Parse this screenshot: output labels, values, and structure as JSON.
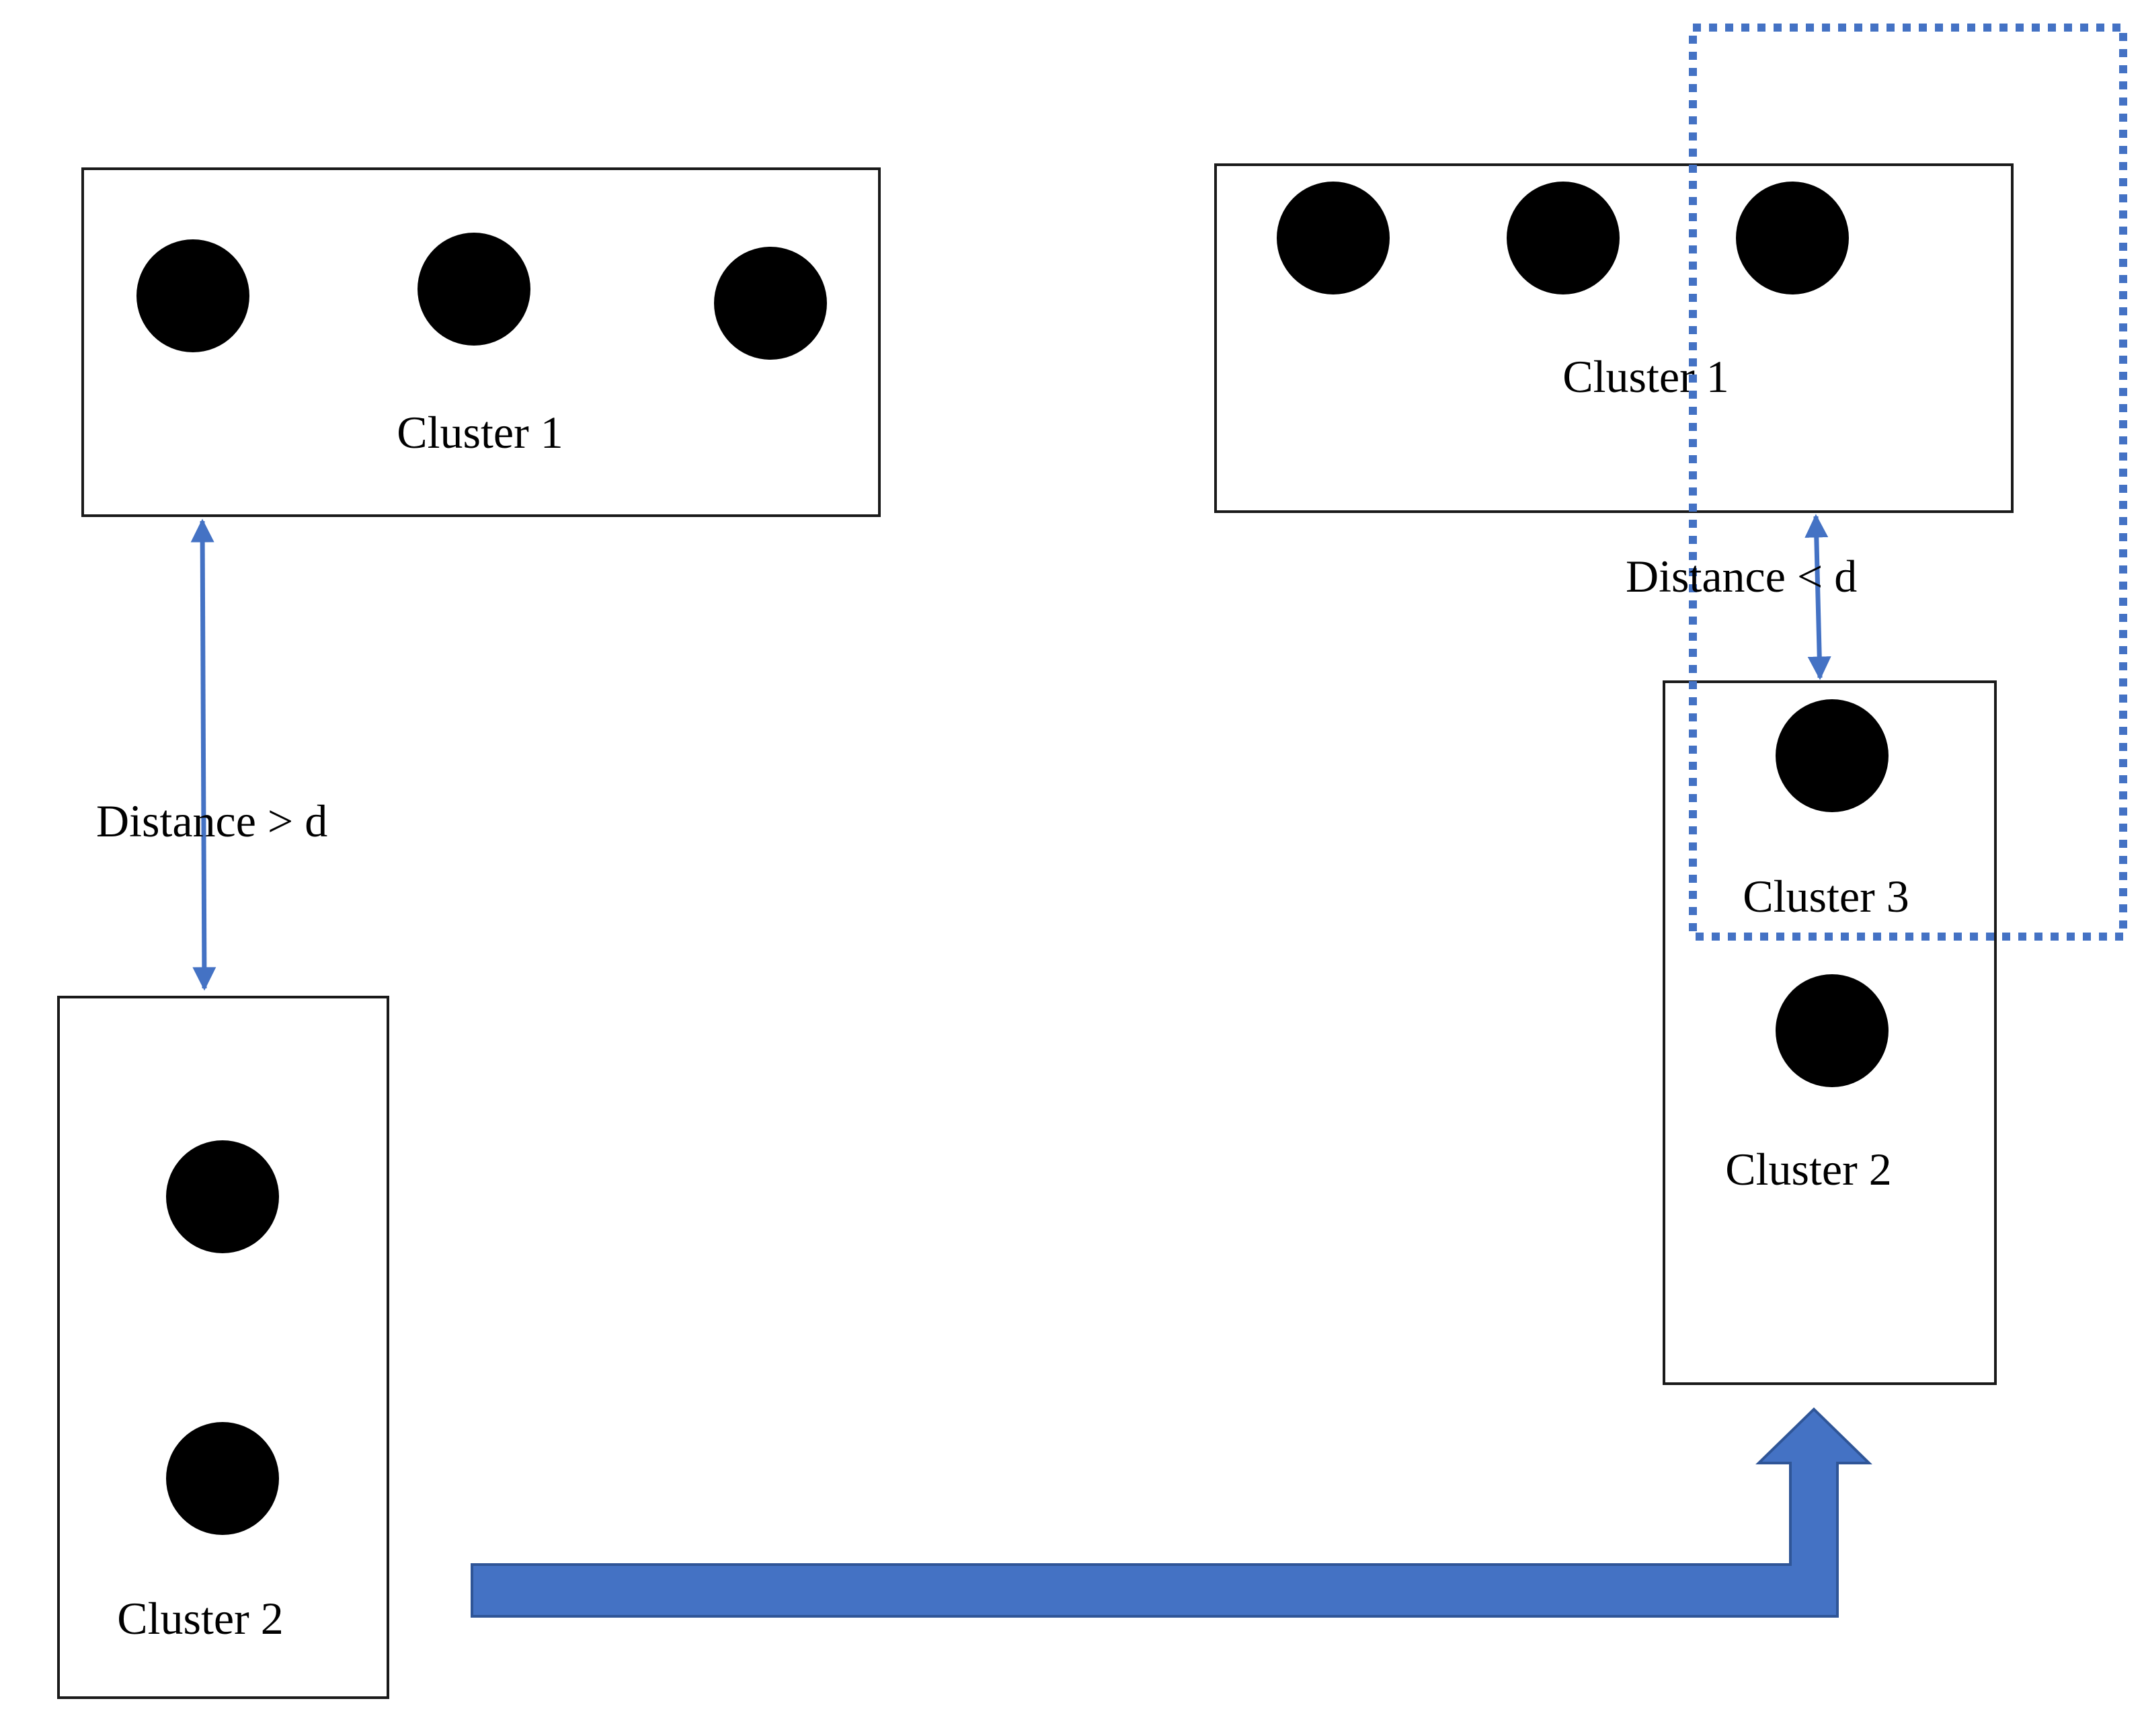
{
  "left": {
    "cluster1_label": "Cluster 1",
    "cluster2_label": "Cluster 2",
    "distance_label": "Distance > d"
  },
  "right": {
    "cluster1_label": "Cluster 1",
    "cluster3_label": "Cluster 3",
    "cluster2_label": "Cluster 2",
    "distance_label": "Distance < d"
  },
  "colors": {
    "accent": "#4472c4",
    "face_stroke": "#2f5597",
    "box_stroke": "#1a1a1a"
  },
  "icons": {
    "member": "smiley-face-icon",
    "transition": "bent-arrow-icon"
  }
}
